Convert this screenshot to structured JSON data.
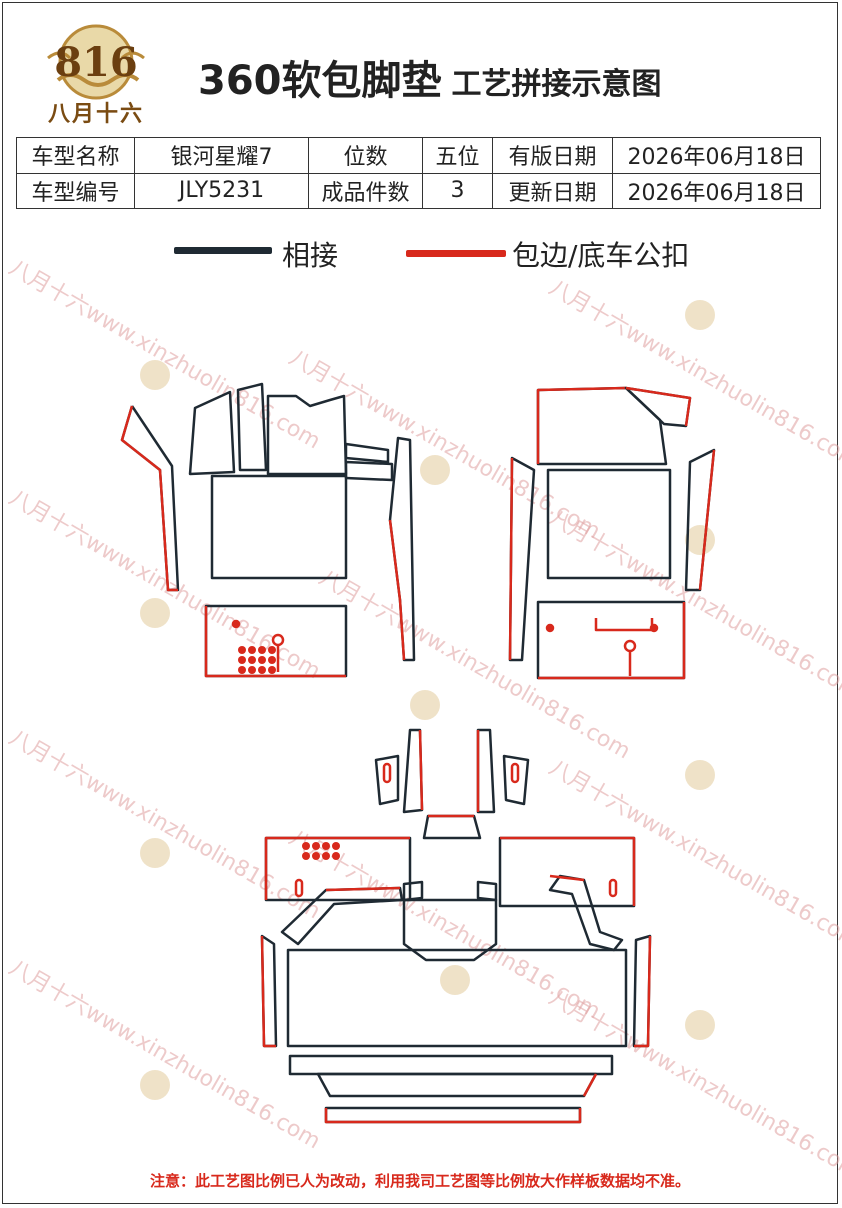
{
  "logo": {
    "brand_text": "八月十六",
    "emblem_text": "816"
  },
  "title": {
    "main": "360软包脚垫",
    "sub": "工艺拼接示意图"
  },
  "info": {
    "row1": [
      "车型名称",
      "银河星耀7",
      "位数",
      "五位",
      "有版日期",
      "2026年06月18日"
    ],
    "row2": [
      "车型编号",
      "JLY5231",
      "成品件数",
      "3",
      "更新日期",
      "2026年06月18日"
    ]
  },
  "legend": [
    {
      "label": "相接",
      "color": "#1f2a33"
    },
    {
      "label": "包边/底车公扣",
      "color": "#d8291c"
    }
  ],
  "watermark": {
    "text": "八月十六www.xinzhuolin816.com"
  },
  "note": "注意：此工艺图比例已人为改动，利用我司工艺图等比例放大作样板数据均不准。"
}
